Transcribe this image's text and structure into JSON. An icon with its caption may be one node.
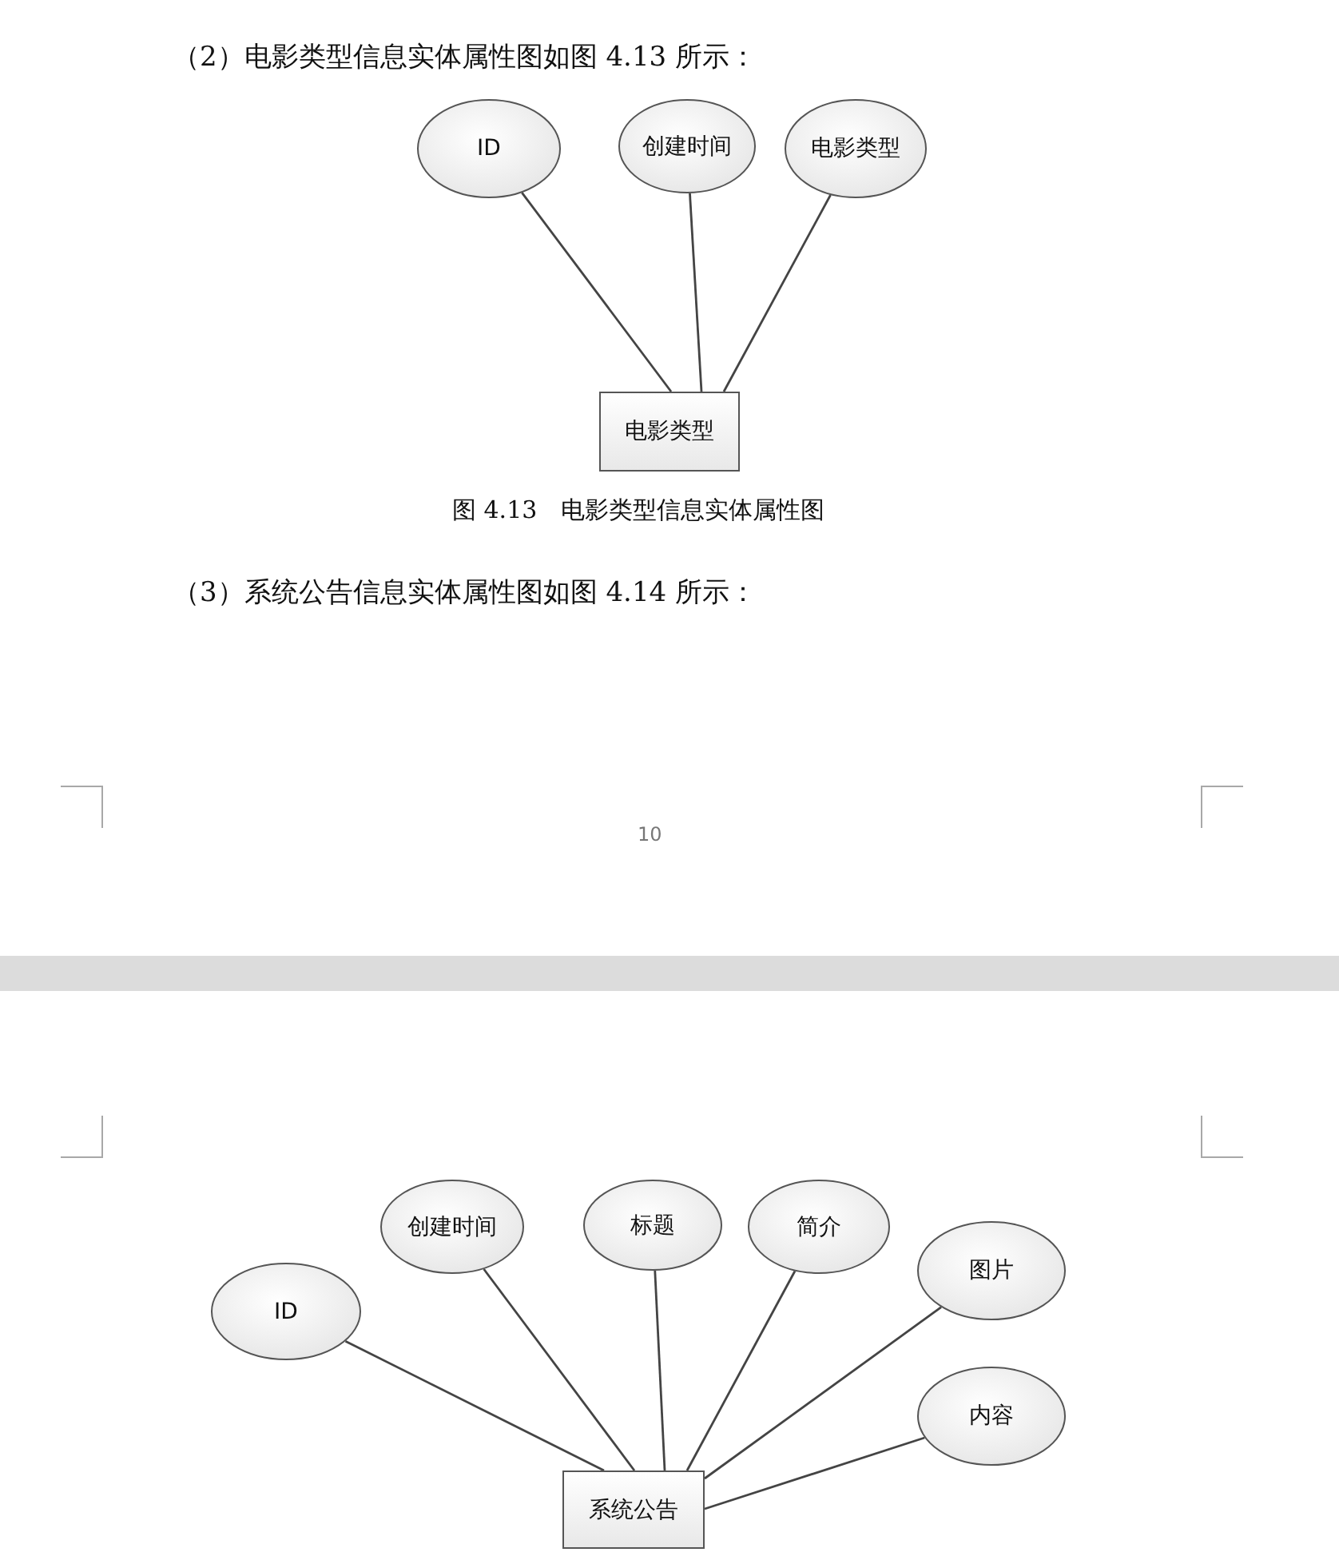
{
  "diagram": {
    "nodes": [
      {
        "text": [
          "ID"
        ]
      },
      {
        "text": [
          "创建时间"
        ]
      },
      {
        "text": [
          "电影类型"
        ]
      },
      {
        "text": [
          "电影类型"
        ]
      },
      {
        "text": [
          "ID"
        ]
      },
      {
        "text": [
          "创建时间"
        ]
      },
      {
        "text": [
          "标题"
        ]
      },
      {
        "text": [
          "简介"
        ]
      },
      {
        "text": [
          "图片"
        ]
      },
      {
        "text": [
          "内容"
        ]
      },
      {
        "text": [
          "系统公告"
        ]
      }
    ],
    "edges": [
      {
        "from": 0,
        "to": 3,
        "arrow": "none"
      },
      {
        "from": 1,
        "to": 3,
        "arrow": "none"
      },
      {
        "from": 2,
        "to": 3,
        "arrow": "none"
      },
      {
        "from": 4,
        "to": 10,
        "arrow": "none"
      },
      {
        "from": 5,
        "to": 10,
        "arrow": "none"
      },
      {
        "from": 6,
        "to": 10,
        "arrow": "none"
      },
      {
        "from": 7,
        "to": 10,
        "arrow": "none"
      },
      {
        "from": 8,
        "to": 10,
        "arrow": "none"
      },
      {
        "from": 9,
        "to": 10,
        "arrow": "none"
      }
    ],
    "labels": [
      "（2）电影类型信息实体属性图如图 4.13 所示：",
      "图 4.13　电影类型信息实体属性图",
      "（3）系统公告信息实体属性图如图 4.14 所示：",
      "10"
    ]
  }
}
